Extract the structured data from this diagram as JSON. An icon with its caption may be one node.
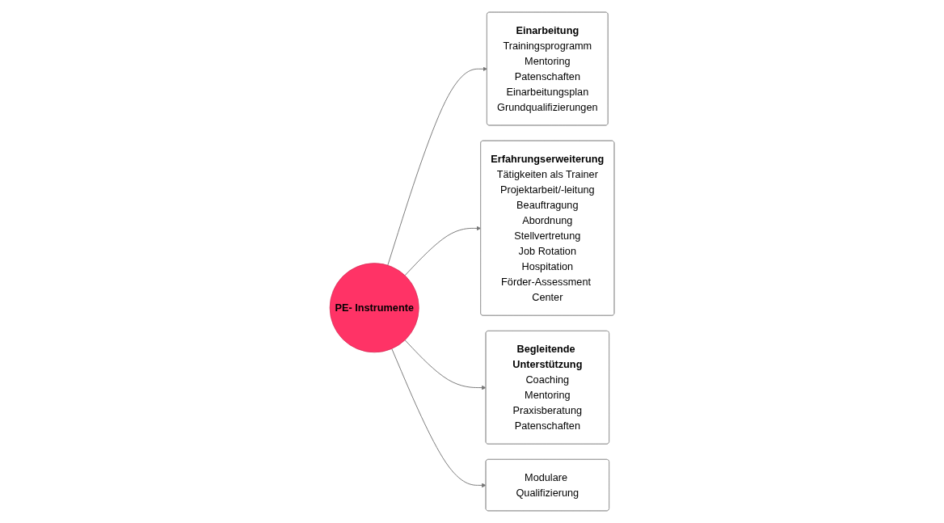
{
  "diagram": {
    "nodes": [
      {
        "text": [
          "Einarbeitung",
          "Trainingsprogramm",
          "Mentoring",
          "Patenschaften",
          "Einarbeitungsplan",
          "Grundqualifizierungen"
        ]
      },
      {
        "text": [
          "Erfahrungserweiterung",
          "Tätigkeiten als Trainer",
          "Projektarbeit/-leitung",
          "Beauftragung",
          "Abordnung",
          "Stellvertretung",
          "Job Rotation",
          "Hospitation",
          "Förder-Assessment Center"
        ]
      },
      {
        "text": [
          "PE- Instrumente"
        ]
      },
      {
        "text": [
          "Begleitende Unterstützung",
          "Coaching",
          "Mentoring",
          "Praxisberatung",
          "Patenschaften"
        ]
      },
      {
        "text": [
          "Modulare Qualifizierung"
        ]
      }
    ],
    "edges": [
      {
        "from": 2,
        "to": 0,
        "arrow": "to"
      },
      {
        "from": 2,
        "to": 1,
        "arrow": "to"
      },
      {
        "from": 2,
        "to": 3,
        "arrow": "to"
      },
      {
        "from": 2,
        "to": 4,
        "arrow": "to"
      }
    ]
  }
}
